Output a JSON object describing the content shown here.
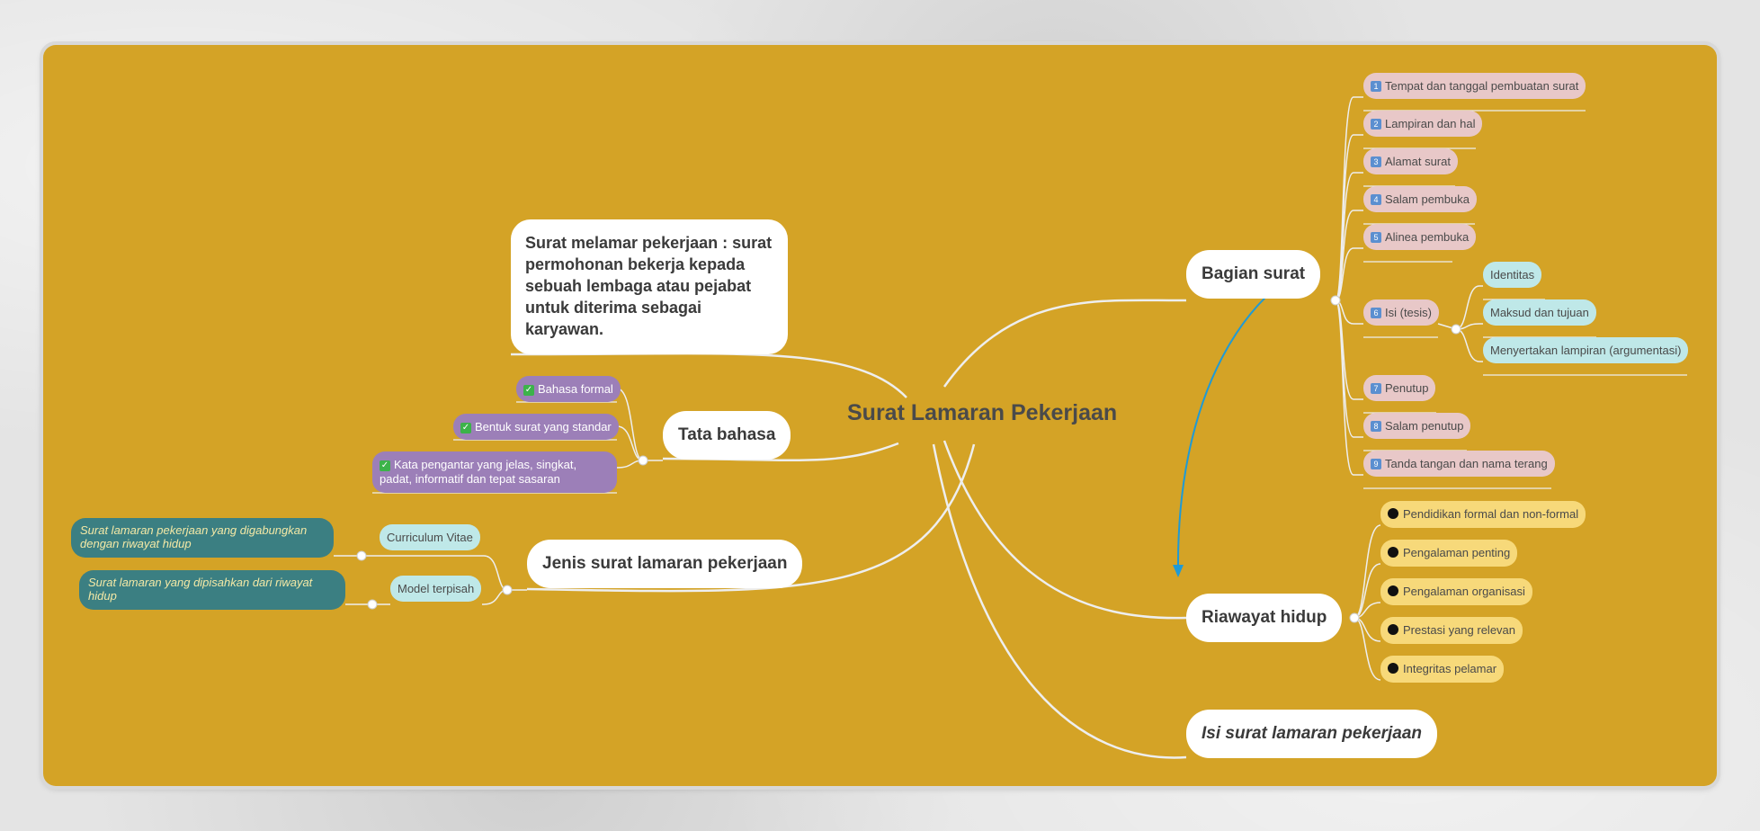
{
  "colors": {
    "canvas": "#d4a326",
    "connector": "#eeeeee",
    "arrow": "#1e9ad6"
  },
  "center": "Surat Lamaran Pekerjaan",
  "definition": "Surat melamar pekerjaan : surat permohonan bekerja kepada sebuah lembaga atau pejabat untuk diterima sebagai karyawan.",
  "tata_bahasa": {
    "label": "Tata bahasa",
    "items": [
      "Bahasa formal",
      "Bentuk surat yang standar",
      "Kata pengantar yang jelas, singkat, padat, informatif dan tepat sasaran"
    ],
    "icon": "check-icon"
  },
  "jenis": {
    "label": "Jenis surat lamaran pekerjaan",
    "items": [
      {
        "label": "Curriculum Vitae",
        "detail": "Surat lamaran pekerjaan yang digabungkan dengan riwayat hidup"
      },
      {
        "label": "Model terpisah",
        "detail": "Surat lamaran yang dipisahkan dari riwayat hidup"
      }
    ]
  },
  "bagian": {
    "label": "Bagian surat",
    "items": [
      {
        "num": "1",
        "label": "Tempat dan tanggal pembuatan surat"
      },
      {
        "num": "2",
        "label": "Lampiran dan hal"
      },
      {
        "num": "3",
        "label": "Alamat surat"
      },
      {
        "num": "4",
        "label": "Salam pembuka"
      },
      {
        "num": "5",
        "label": "Alinea pembuka"
      },
      {
        "num": "6",
        "label": "Isi (tesis)"
      },
      {
        "num": "7",
        "label": "Penutup"
      },
      {
        "num": "8",
        "label": "Salam penutup"
      },
      {
        "num": "9",
        "label": "Tanda tangan dan nama terang"
      }
    ],
    "isi_children": [
      "Identitas",
      "Maksud dan tujuan",
      "Menyertakan lampiran (argumentasi)"
    ]
  },
  "riwayat": {
    "label": "Riawayat hidup",
    "items": [
      "Pendidikan formal dan non-formal",
      "Pengalaman penting",
      "Pengalaman organisasi",
      "Prestasi yang relevan",
      "Integritas pelamar"
    ],
    "icon": "bullet-icon"
  },
  "isi": {
    "label": "Isi surat lamaran pekerjaan"
  }
}
